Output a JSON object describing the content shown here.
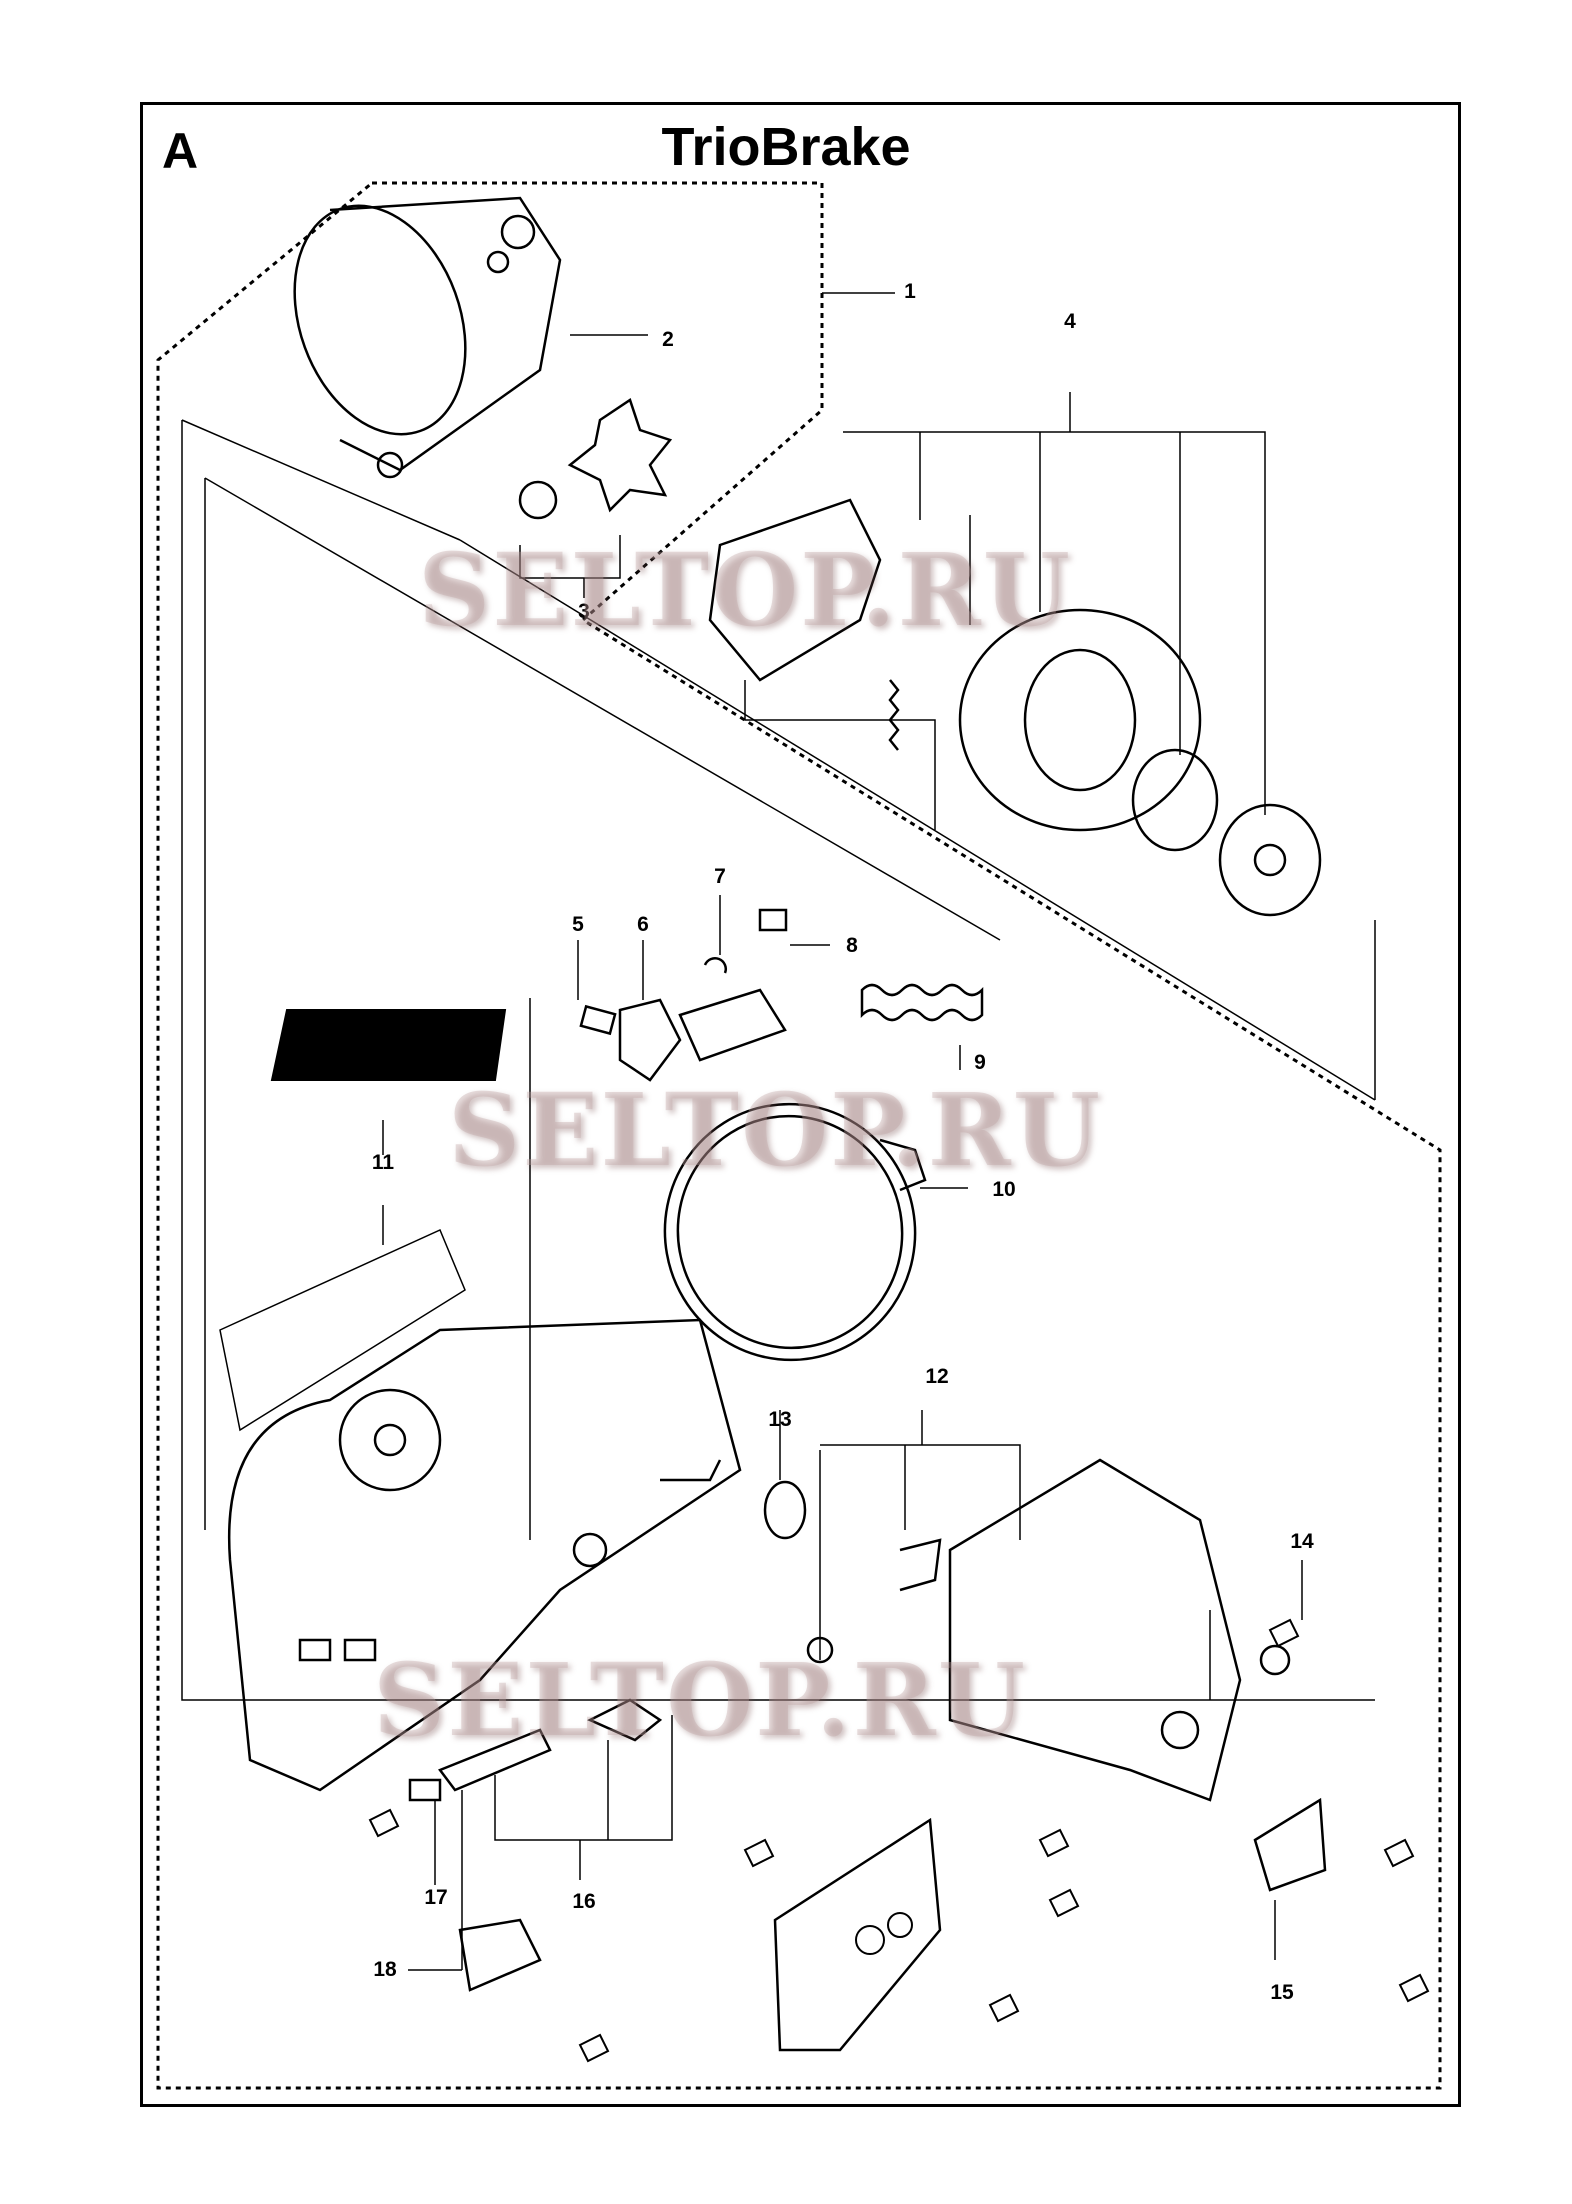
{
  "diagram": {
    "section_letter": "A",
    "title": "TrioBrake",
    "callouts": [
      "1",
      "2",
      "3",
      "4",
      "5",
      "6",
      "7",
      "8",
      "9",
      "10",
      "11",
      "12",
      "13",
      "14",
      "15",
      "16",
      "17",
      "18"
    ],
    "watermark": "SELTOP.RU"
  }
}
